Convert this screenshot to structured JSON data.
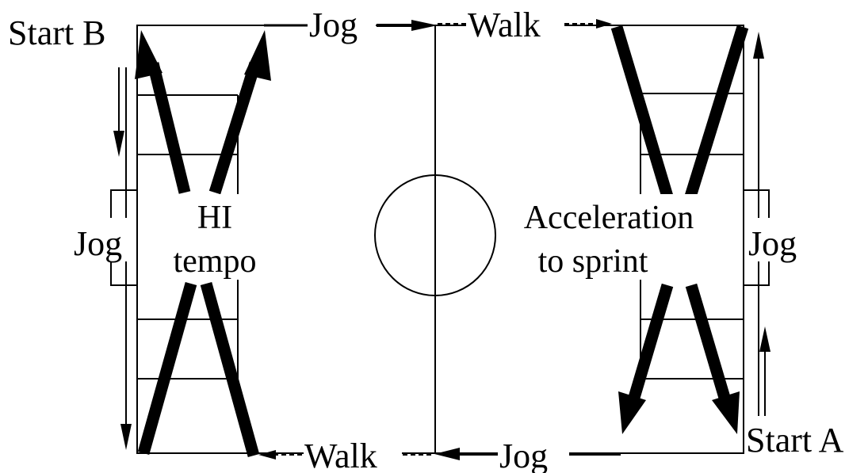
{
  "labels": {
    "start_b": "Start B",
    "start_a": "Start A",
    "jog_top": "Jog",
    "walk_top": "Walk",
    "walk_bottom": "Walk",
    "jog_bottom": "Jog",
    "jog_left": "Jog",
    "jog_right": "Jog",
    "hi_line1": "HI",
    "hi_line2": "tempo",
    "accel_line1": "Acceleration",
    "accel_line2": "to sprint"
  },
  "colors": {
    "stroke": "#000000",
    "background": "#ffffff"
  }
}
